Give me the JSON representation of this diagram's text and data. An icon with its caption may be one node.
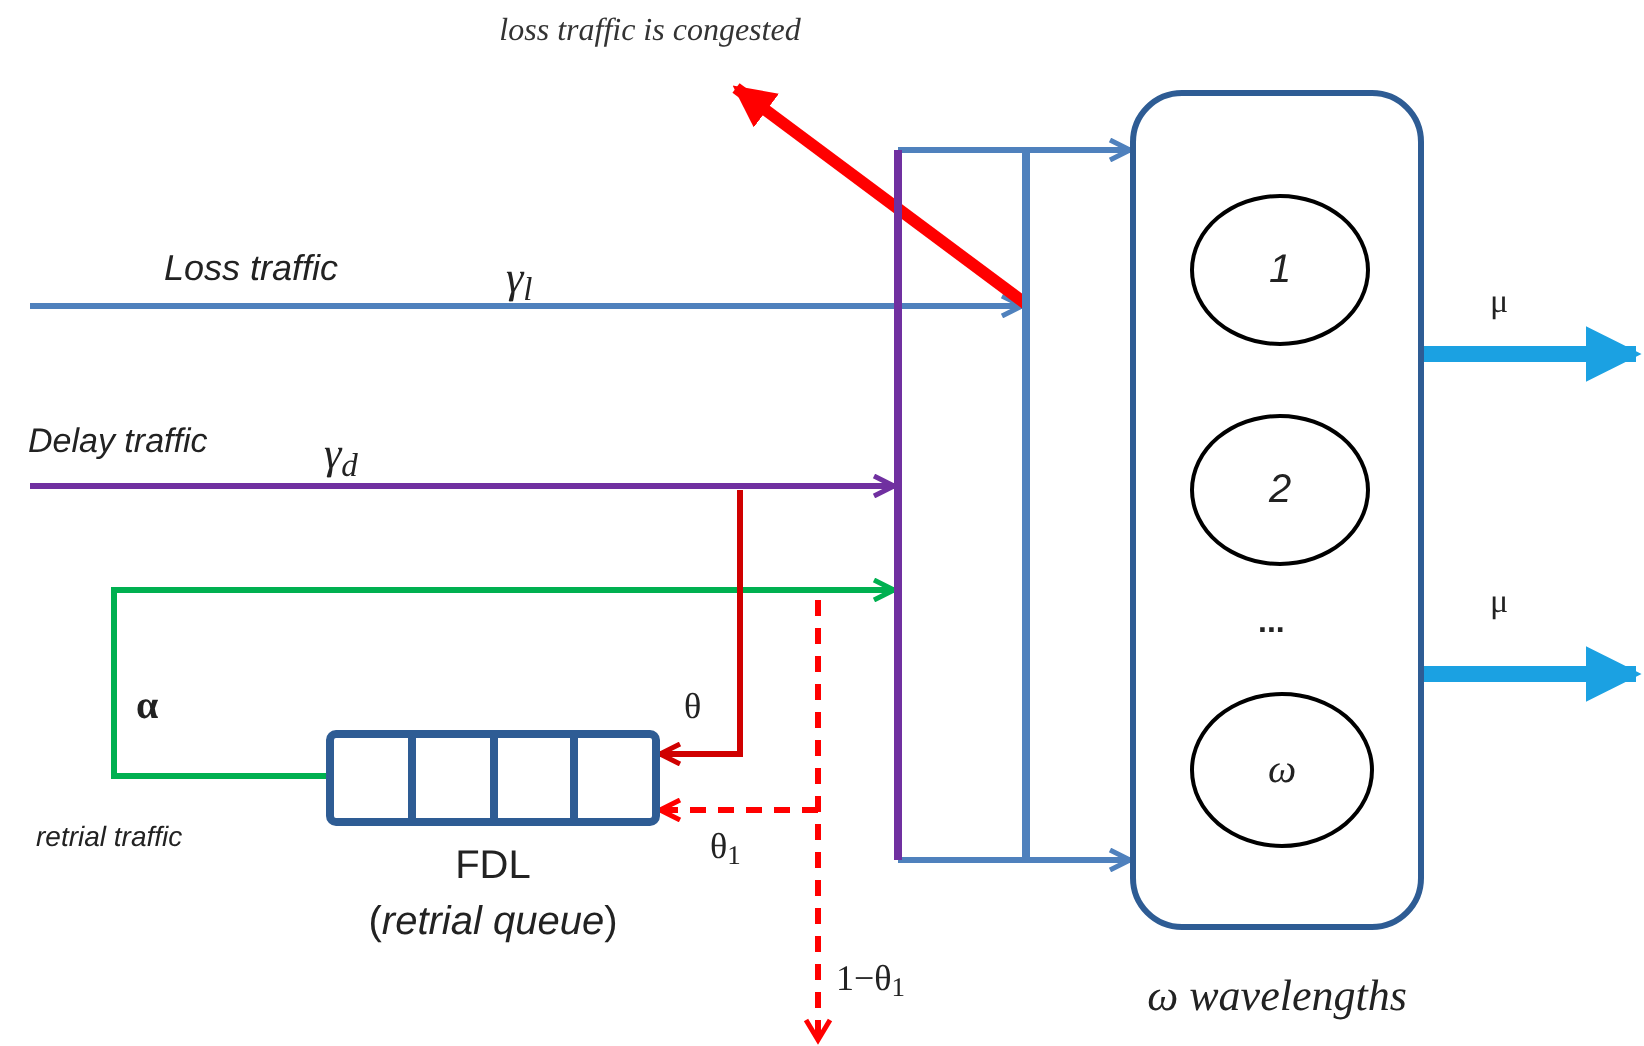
{
  "diagram": {
    "nodes": [
      {
        "text": [
          "ω wavelengths"
        ]
      },
      {
        "text": [
          "1"
        ],
        "in": 0
      },
      {
        "text": [
          "2"
        ],
        "in": 0
      },
      {
        "text": [
          "ω"
        ],
        "in": 0
      },
      {
        "text": [
          "FDL",
          "(*retrial queue*)"
        ]
      },
      {
        "text": [],
        "shape": "bar"
      },
      {
        "text": [],
        "shape": "bar"
      },
      {
        "text": [
          "loss traffic is congested"
        ]
      }
    ],
    "edges": [
      {
        "from": null,
        "to": 6,
        "arrow": "to",
        "label": "γ$_{l}$",
        "color": "#4f81bd"
      },
      {
        "from": null,
        "to": 5,
        "arrow": "to",
        "label": "γ$_{d}$",
        "color": "#7030a0"
      },
      {
        "from": 4,
        "to": 5,
        "arrow": "to",
        "label": "α",
        "color": "#00b050"
      },
      {
        "from": null,
        "to": 4,
        "arrow": "to",
        "label": "θ",
        "color": "#d00000"
      },
      {
        "from": null,
        "to": 4,
        "arrow": "to",
        "label": "θ$_{1}$",
        "style": "dashed",
        "color": "#ff0000"
      },
      {
        "from": 5,
        "to": 0,
        "arrow": "to",
        "color": "#4f81bd"
      },
      {
        "from": 5,
        "to": 0,
        "arrow": "to",
        "color": "#4f81bd"
      },
      {
        "from": 6,
        "to": 7,
        "arrow": "to",
        "style": "thick",
        "color": "#ff0000"
      },
      {
        "from": 0,
        "to": null,
        "arrow": "to",
        "label": "μ",
        "style": "thick",
        "color": "#1ba1e2"
      },
      {
        "from": 0,
        "to": null,
        "arrow": "to",
        "label": "μ",
        "style": "thick",
        "color": "#1ba1e2"
      }
    ],
    "labels": [
      "Loss traffic",
      "Delay traffic",
      "retrial traffic",
      "...",
      "1−θ$_{1}$"
    ]
  }
}
